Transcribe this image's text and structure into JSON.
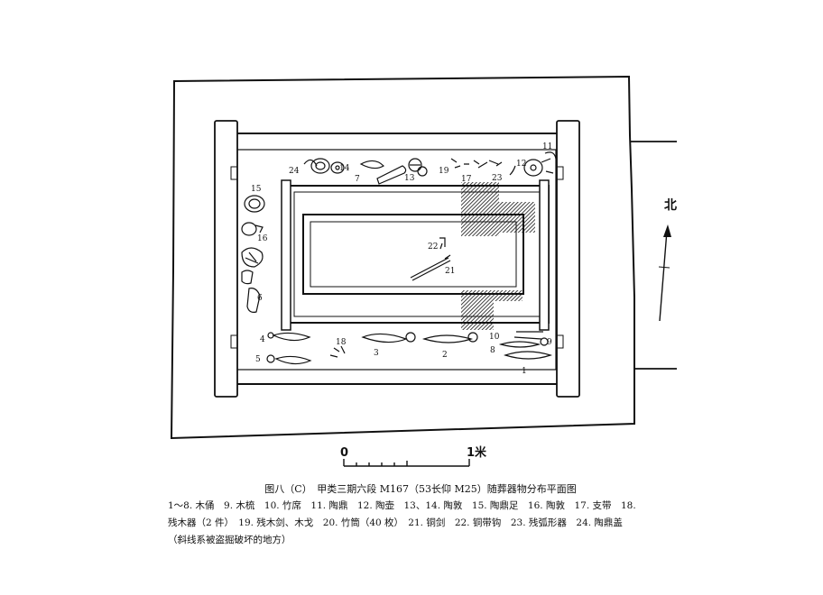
{
  "figure": {
    "title": "图八（C）　甲类三期六段 M167（53长仰 M25）随葬器物分布平面图",
    "legend_line1": "1～8. 木俑　9. 木梳　10. 竹席　11. 陶鼎　12. 陶壶　13、14. 陶敦　15. 陶鼎足　16. 陶敦　17. 支带　18.",
    "legend_line2": "残木器（2 件）　19. 残木剑、木戈　20. 竹筒（40 枚）　21. 铜剑　22. 铜带钩　23. 残弧形器　24. 陶鼎盖",
    "note": "（斜线系被盗掘破坏的地方）"
  },
  "scale": {
    "zero": "0",
    "end": "1米"
  },
  "north": "北",
  "labels": {
    "l1": "1",
    "l2": "2",
    "l3": "3",
    "l4": "4",
    "l5": "5",
    "l6": "6",
    "l7": "7",
    "l8": "8",
    "l9": "9",
    "l10": "10",
    "l11": "11",
    "l12": "12",
    "l13": "13",
    "l14": "14",
    "l15": "15",
    "l16": "16",
    "l17": "17",
    "l18": "18",
    "l19": "19",
    "l21": "21",
    "l22": "22",
    "l23": "23",
    "l24": "24"
  },
  "colors": {
    "ink": "#111111",
    "hatch": "#222222"
  }
}
